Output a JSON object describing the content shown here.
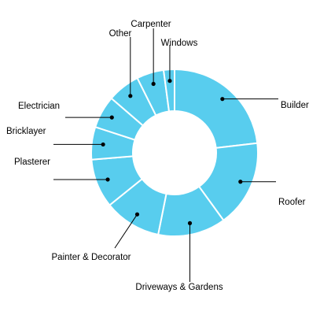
{
  "chart_data": {
    "type": "pie",
    "variant": "donut",
    "title": "",
    "segment_color": "#58cdee",
    "labels": [
      "Builder",
      "Roofer",
      "Driveways & Gardens",
      "Painter & Decorator",
      "Plasterer",
      "Bricklayer",
      "Electrician",
      "Other",
      "Carpenter",
      "Windows"
    ],
    "values": [
      22,
      16,
      12.5,
      10.5,
      9,
      6,
      6,
      6,
      5,
      2
    ],
    "legend": "none"
  }
}
